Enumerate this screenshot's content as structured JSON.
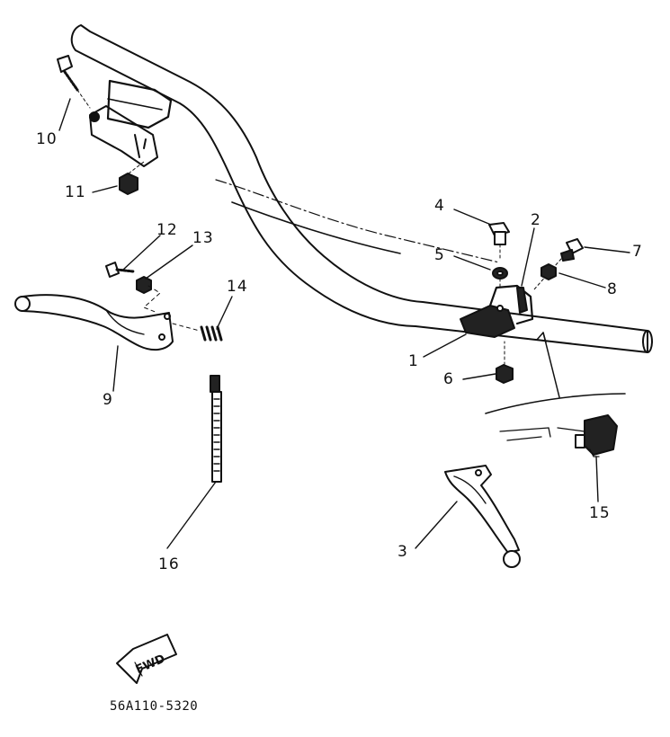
{
  "diagram_code": "56A110-5320",
  "fwd_label": "FWD",
  "callouts": [
    {
      "id": "c1",
      "label": "1"
    },
    {
      "id": "c2",
      "label": "2"
    },
    {
      "id": "c3",
      "label": "3"
    },
    {
      "id": "c4",
      "label": "4"
    },
    {
      "id": "c5",
      "label": "5"
    },
    {
      "id": "c6",
      "label": "6"
    },
    {
      "id": "c7",
      "label": "7"
    },
    {
      "id": "c8",
      "label": "8"
    },
    {
      "id": "c9",
      "label": "9"
    },
    {
      "id": "c10",
      "label": "10"
    },
    {
      "id": "c11",
      "label": "11"
    },
    {
      "id": "c12",
      "label": "12"
    },
    {
      "id": "c13",
      "label": "13"
    },
    {
      "id": "c14",
      "label": "14"
    },
    {
      "id": "c15",
      "label": "15"
    },
    {
      "id": "c16",
      "label": "16"
    }
  ]
}
